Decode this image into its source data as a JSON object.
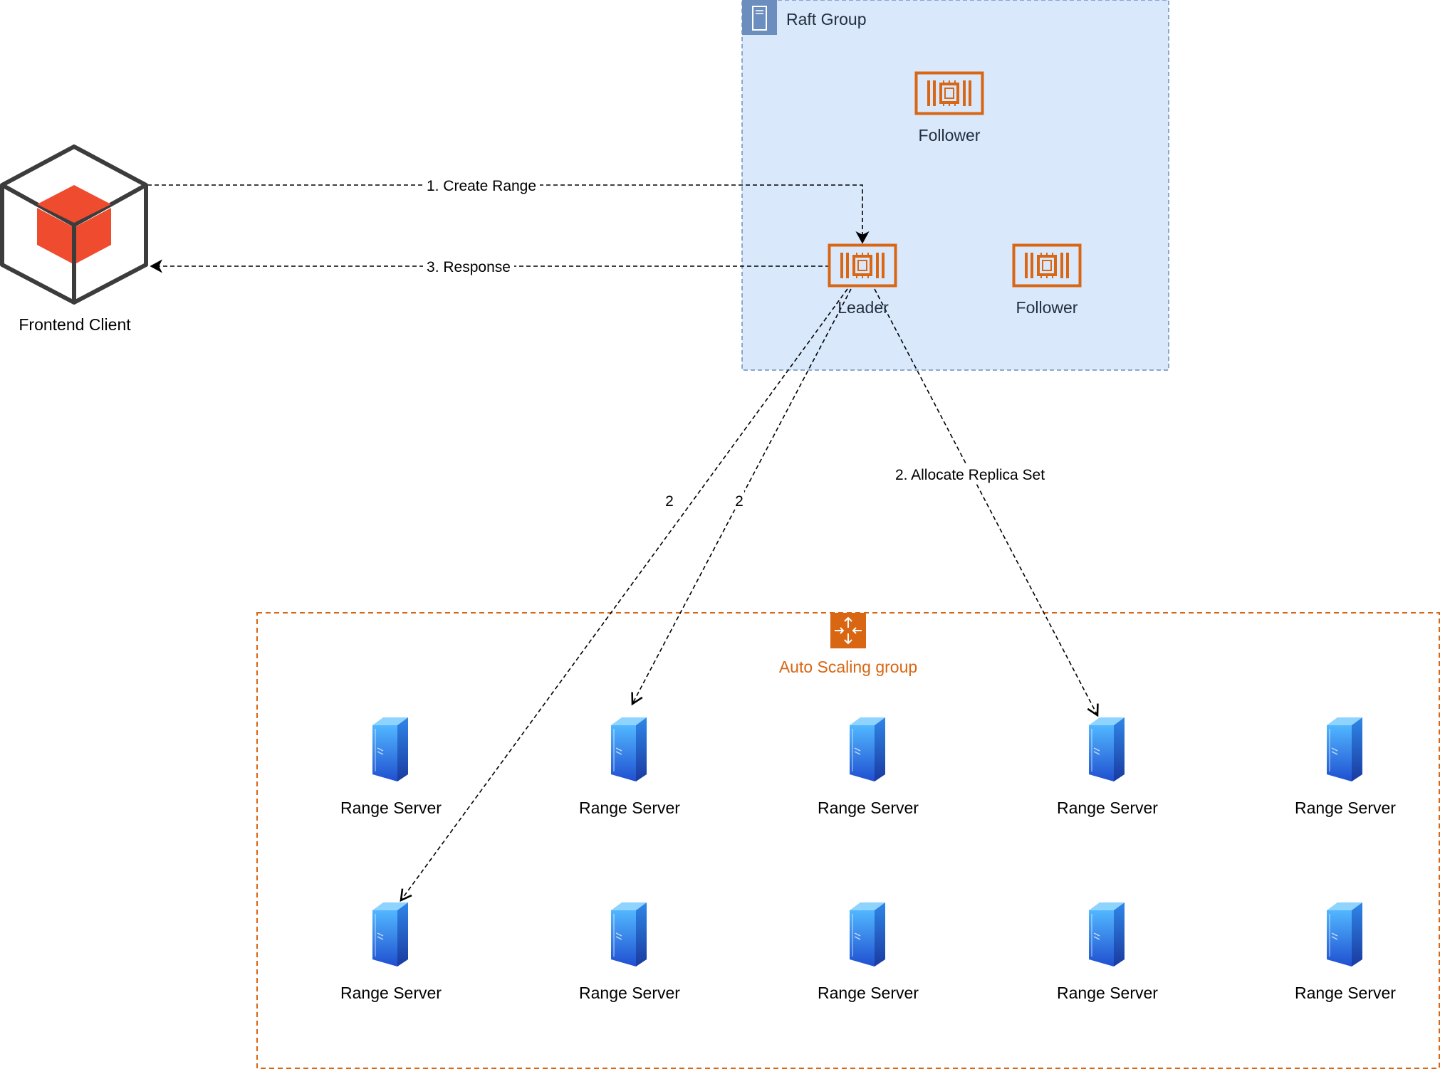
{
  "raft_group": {
    "label": "Raft Group"
  },
  "nodes": {
    "follower_top": {
      "label": "Follower"
    },
    "leader": {
      "label": "Leader"
    },
    "follower_right": {
      "label": "Follower"
    },
    "frontend": {
      "label": "Frontend Client"
    }
  },
  "edges": {
    "create_range": "1. Create Range",
    "response": "3. Response",
    "allocate": "2. Allocate Replica Set",
    "alloc_a": "2",
    "alloc_b": "2"
  },
  "asg": {
    "label": "Auto Scaling group"
  },
  "servers": [
    "Range Server",
    "Range Server",
    "Range Server",
    "Range Server",
    "Range Server",
    "Range Server",
    "Range Server",
    "Range Server",
    "Range Server",
    "Range Server"
  ],
  "colors": {
    "raft_fill": "#dae8fc",
    "raft_border": "#6c8ebf",
    "aws_orange": "#d86613",
    "frontend_red": "#ef4b2f",
    "server_blue": "#2f6fd6"
  },
  "icons": {
    "raft_group": "server-group-icon",
    "nodes": "ec2-instance-icon",
    "frontend": "cube-icon",
    "asg": "auto-scaling-icon",
    "servers": "server-tower-icon"
  }
}
